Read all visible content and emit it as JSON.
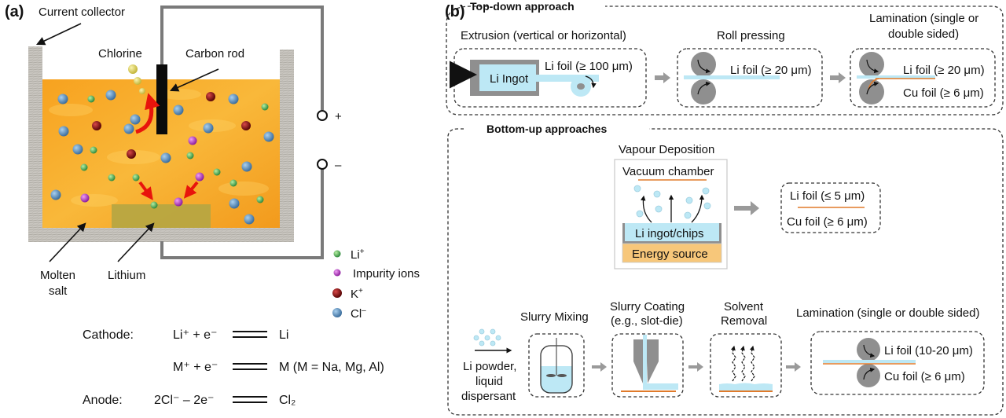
{
  "panel_a": {
    "label": "(a)",
    "callouts": {
      "current_collector": "Current collector",
      "chlorine": "Chlorine",
      "carbon_rod": "Carbon rod",
      "molten_salt_line1": "Molten",
      "molten_salt_line2": "salt",
      "lithium": "Lithium"
    },
    "terminals": {
      "positive": "+",
      "negative": "–"
    },
    "legend": [
      {
        "key": "li",
        "label": "Li",
        "sup": "+",
        "color": "#4caf50"
      },
      {
        "key": "impurity",
        "label": "Impurity ions",
        "sup": "",
        "color": "#b03cc0"
      },
      {
        "key": "k",
        "label": "K",
        "sup": "+",
        "color": "#8e1010"
      },
      {
        "key": "cl",
        "label": "Cl",
        "sup": "–",
        "color": "#4a7fb0"
      }
    ],
    "equations": {
      "cathode_label": "Cathode:",
      "anode_label": "Anode:",
      "eq1_left": "Li⁺ + e⁻",
      "eq1_right": "Li",
      "eq2_left": "M⁺ + e⁻",
      "eq2_right": "M (M = Na, Mg, Al)",
      "eq3_left": "2Cl⁻ – 2e⁻",
      "eq3_right": "Cl₂"
    },
    "colors": {
      "electrolyte": "#f5a623",
      "lithium_pool": "#b5a642",
      "wall": "#c9c6c0",
      "wire": "#7a7a7a"
    }
  },
  "panel_b": {
    "label": "(b)",
    "top_down": {
      "title": "Top-down approach",
      "extrusion": {
        "title": "Extrusion (vertical or horizontal)",
        "ingot": "Li Ingot",
        "foil": "Li foil (≥ 100 μm)"
      },
      "roll_pressing": {
        "title": "Roll pressing",
        "foil": "Li foil (≥ 20 μm)"
      },
      "lamination": {
        "title_line1": "Lamination (single or",
        "title_line2": "double sided)",
        "li_foil": "Li foil (≥ 20 μm)",
        "cu_foil": "Cu foil (≥ 6 μm)"
      }
    },
    "bottom_up": {
      "title": "Bottom-up approaches",
      "vapour": {
        "title": "Vapour Deposition",
        "chamber": "Vacuum chamber",
        "source_material": "Li ingot/chips",
        "energy": "Energy source"
      },
      "vapour_result": {
        "li_foil": "Li foil (≤ 5 μm)",
        "cu_foil": "Cu foil (≥ 6 μm)"
      },
      "input": {
        "line1": "Li powder,",
        "line2": "liquid",
        "line3": "dispersant"
      },
      "slurry_mixing": {
        "title": "Slurry Mixing"
      },
      "slurry_coating": {
        "title_line1": "Slurry Coating",
        "title_line2": "(e.g., slot-die)"
      },
      "solvent_removal": {
        "title_line1": "Solvent",
        "title_line2": "Removal"
      },
      "lamination": {
        "title": "Lamination (single or double sided)",
        "li_foil": "Li foil (10-20 μm)",
        "cu_foil": "Cu foil (≥ 6 μm)"
      }
    },
    "colors": {
      "li": "#bde8f5",
      "cu": "#e07a2a",
      "roller": "#8f8f8f",
      "energy": "#f7c77a",
      "arrow": "#9a9a9a"
    }
  }
}
